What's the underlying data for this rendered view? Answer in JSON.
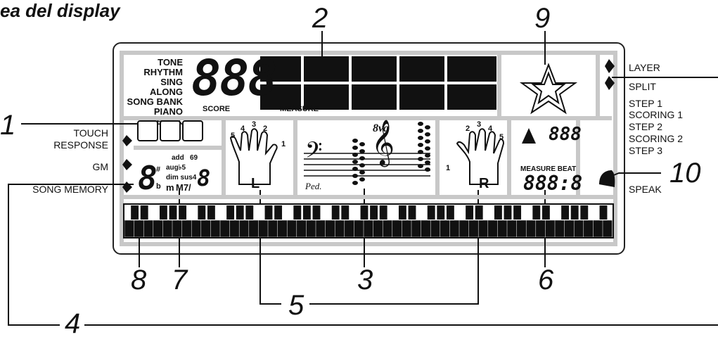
{
  "title": "ea del display",
  "callouts": [
    "1",
    "2",
    "3",
    "4",
    "5",
    "6",
    "7",
    "8",
    "9",
    "10"
  ],
  "left_labels": {
    "touch": "TOUCH",
    "response": "RESPONSE",
    "gm": "GM",
    "song_memory": "SONG MEMORY"
  },
  "right_labels": {
    "layer": "LAYER",
    "split": "SPLIT",
    "step1": "STEP 1",
    "scoring1": "SCORING 1",
    "step2": "STEP 2",
    "scoring2": "SCORING 2",
    "step3": "STEP 3",
    "speak": "SPEAK"
  },
  "modes": [
    "TONE",
    "RHYTHM",
    "SING ALONG",
    "SONG BANK",
    "PIANO BANK"
  ],
  "display_labels": {
    "score": "SCORE",
    "measure": "MEASURE",
    "measure_beat": "MEASURE BEAT",
    "eight_va": "8va",
    "ped": "Ped.",
    "hand_left": "L",
    "hand_right": "R"
  },
  "digits": {
    "main": "888",
    "score_digits": "888",
    "measure_beat": "888:8",
    "chord_root": "8",
    "chord_bass": "8"
  },
  "chord_labels": {
    "add": "add",
    "nine": "69",
    "aug": "aug♭5",
    "dim": "dim sus4",
    "sharp": "#",
    "flat": "b",
    "m": "m",
    "m7": "M7/"
  },
  "finger_numbers_left": [
    "5",
    "4",
    "3",
    "2",
    "1"
  ],
  "finger_numbers_right": [
    "1",
    "2",
    "3",
    "4",
    "5"
  ],
  "colors": {
    "accent": "#c8c8c8",
    "ink": "#111111"
  }
}
